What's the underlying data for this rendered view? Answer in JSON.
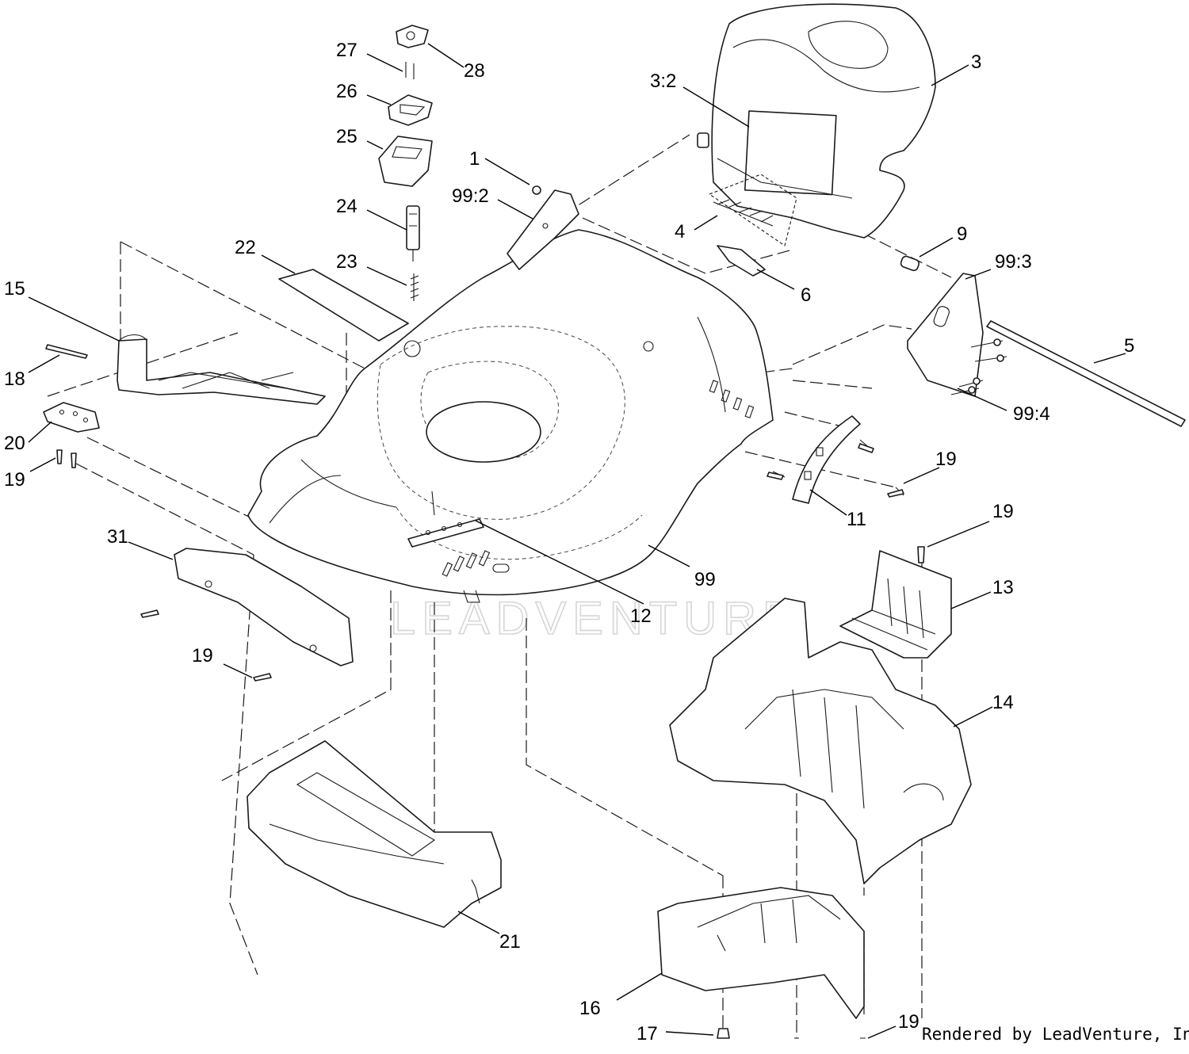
{
  "callouts": [
    {
      "id": "c1",
      "label": "1"
    },
    {
      "id": "c3",
      "label": "3"
    },
    {
      "id": "c3_2",
      "label": "3:2"
    },
    {
      "id": "c4",
      "label": "4"
    },
    {
      "id": "c5",
      "label": "5"
    },
    {
      "id": "c6",
      "label": "6"
    },
    {
      "id": "c9",
      "label": "9"
    },
    {
      "id": "c11",
      "label": "11"
    },
    {
      "id": "c12",
      "label": "12"
    },
    {
      "id": "c13",
      "label": "13"
    },
    {
      "id": "c14",
      "label": "14"
    },
    {
      "id": "c15",
      "label": "15"
    },
    {
      "id": "c16",
      "label": "16"
    },
    {
      "id": "c17",
      "label": "17"
    },
    {
      "id": "c18",
      "label": "18"
    },
    {
      "id": "c19a",
      "label": "19"
    },
    {
      "id": "c19b",
      "label": "19"
    },
    {
      "id": "c19c",
      "label": "19"
    },
    {
      "id": "c19d",
      "label": "19"
    },
    {
      "id": "c19e",
      "label": "19"
    },
    {
      "id": "c20",
      "label": "20"
    },
    {
      "id": "c21",
      "label": "21"
    },
    {
      "id": "c22",
      "label": "22"
    },
    {
      "id": "c23",
      "label": "23"
    },
    {
      "id": "c24",
      "label": "24"
    },
    {
      "id": "c25",
      "label": "25"
    },
    {
      "id": "c26",
      "label": "26"
    },
    {
      "id": "c27",
      "label": "27"
    },
    {
      "id": "c28",
      "label": "28"
    },
    {
      "id": "c31",
      "label": "31"
    },
    {
      "id": "c99",
      "label": "99"
    },
    {
      "id": "c99_2",
      "label": "99:2"
    },
    {
      "id": "c99_3",
      "label": "99:3"
    },
    {
      "id": "c99_4",
      "label": "99:4"
    }
  ],
  "watermark": "LEADVENTURE",
  "footer": "Rendered by LeadVenture, Inc."
}
